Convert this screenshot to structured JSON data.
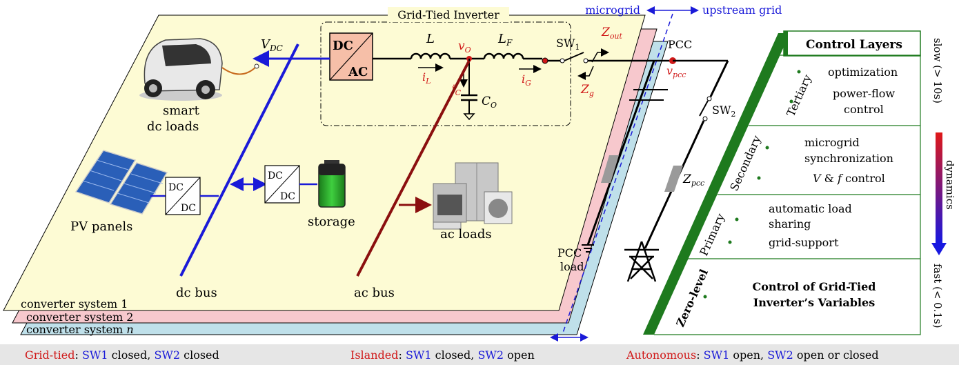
{
  "inverter_title": "Grid-Tied Inverter",
  "converter": {
    "top": "DC",
    "bottom": "AC"
  },
  "dcdc_label": "DC",
  "v_dc": "V",
  "v_dc_sub": "DC",
  "L": "L",
  "LF": "L",
  "LF_sub": "F",
  "vO": "v",
  "vO_sub": "O",
  "iL": "i",
  "iL_sub": "L",
  "iC": "i",
  "iC_sub": "C",
  "iG": "i",
  "iG_sub": "G",
  "CO": "C",
  "CO_sub": "O",
  "sw1": "SW",
  "sw1_sub": "1",
  "sw2": "SW",
  "sw2_sub": "2",
  "z_out": "Z",
  "z_out_sub": "out",
  "z_g": "Z",
  "z_g_sub": "g",
  "pcc": "PCC",
  "v_pcc": "v",
  "v_pcc_sub": "pcc",
  "z_pcc": "Z",
  "z_pcc_sub": "pcc",
  "pcc_load": [
    "PCC",
    "load"
  ],
  "microgrid": "microgrid",
  "upstream_grid": "upstream grid",
  "smart_dc_loads": [
    "smart",
    "dc loads"
  ],
  "pv_panels": "PV panels",
  "storage": "storage",
  "ac_loads": "ac loads",
  "dc_bus": "dc bus",
  "ac_bus": "ac bus",
  "systems": [
    "converter system 1",
    "converter system 2",
    "converter system "
  ],
  "system_n": "n",
  "control": {
    "title": "Control Layers",
    "layers": [
      {
        "name": "Tertiary",
        "items": [
          "optimization",
          "power-flow control"
        ]
      },
      {
        "name": "Secondary",
        "items": [
          "microgrid synchronization",
          "V & f control"
        ]
      },
      {
        "name": "Primary",
        "items": [
          "automatic load sharing",
          "grid-support"
        ]
      },
      {
        "name": "Zero-level",
        "items": [
          "Control of Grid-Tied Inverter's Variables"
        ]
      }
    ],
    "slow": "slow (> 10s)",
    "dynamics": "dynamics",
    "fast": "fast (< 0.1s)"
  },
  "modes": [
    {
      "mode": "Grid-tied",
      "sw1": "SW1",
      "sw1_state": "closed,",
      "sw2": "SW2",
      "sw2_state": "closed"
    },
    {
      "mode": "Islanded",
      "sw1": "SW1",
      "sw1_state": "closed,",
      "sw2": "SW2",
      "sw2_state": "open"
    },
    {
      "mode": "Autonomous",
      "sw1": "SW1",
      "sw1_state": "open,",
      "sw2": "SW2",
      "sw2_state": "open or closed"
    }
  ],
  "colors": {
    "layer1": "#fdfbd4",
    "layer2": "#f7c8cd",
    "layer3": "#bfe0ea",
    "dcbus": "#1a1ad8",
    "acbus": "#8b0f0f",
    "converter": "#f6bfa8",
    "control": "#1e7a1e",
    "red": "#d01818"
  }
}
